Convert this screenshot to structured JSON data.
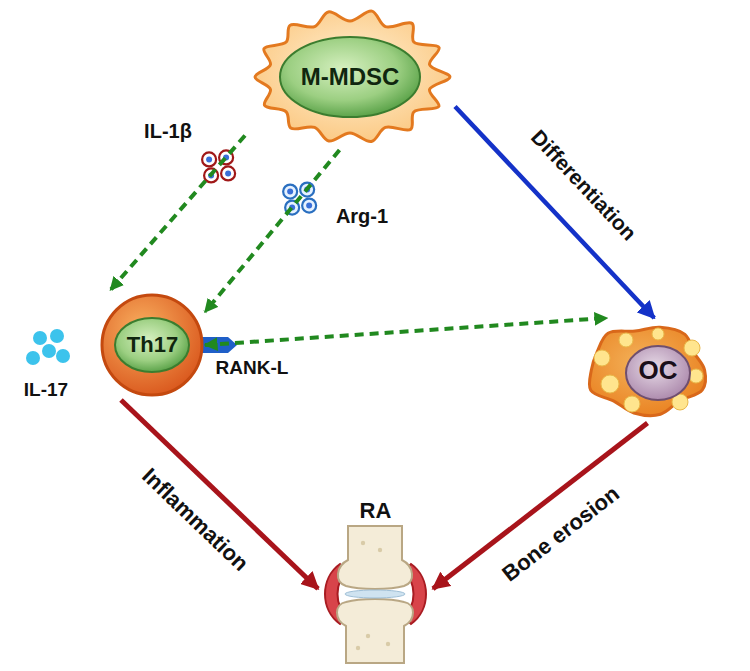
{
  "diagram": {
    "nodes": [
      {
        "text": [
          "M-MDSC"
        ]
      },
      {
        "text": [
          "Th17"
        ]
      },
      {
        "text": [
          "OC"
        ]
      },
      {
        "text": [
          "RA"
        ]
      }
    ],
    "edges": [
      {
        "from": 0,
        "to": 1,
        "arrow": "to",
        "label": "IL-1β"
      },
      {
        "from": 0,
        "to": 1,
        "arrow": "to",
        "label": "Arg-1"
      },
      {
        "from": 0,
        "to": 2,
        "arrow": "to",
        "label": "Differentiation"
      },
      {
        "from": 1,
        "to": 2,
        "arrow": "both",
        "label": "RANK-L"
      },
      {
        "from": 1,
        "to": 3,
        "arrow": "to",
        "label": "Inflammation"
      },
      {
        "from": 2,
        "to": 3,
        "arrow": "to",
        "label": "Bone erosion"
      }
    ],
    "labels": [
      "IL-17"
    ]
  }
}
